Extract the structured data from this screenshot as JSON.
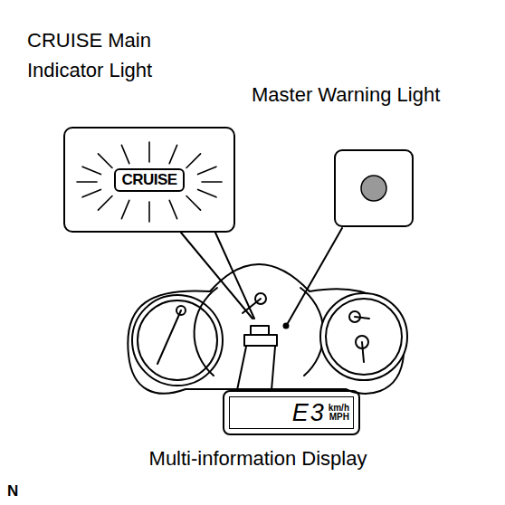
{
  "diagram": {
    "nodes": [
      {
        "text": [
          "CRUISE"
        ]
      },
      {
        "text": [
          "E3",
          "km/h",
          "MPH"
        ]
      }
    ],
    "labels": [
      "CRUISE Main Indicator Light",
      "Master Warning Light",
      "Multi-information Display",
      "N"
    ]
  }
}
